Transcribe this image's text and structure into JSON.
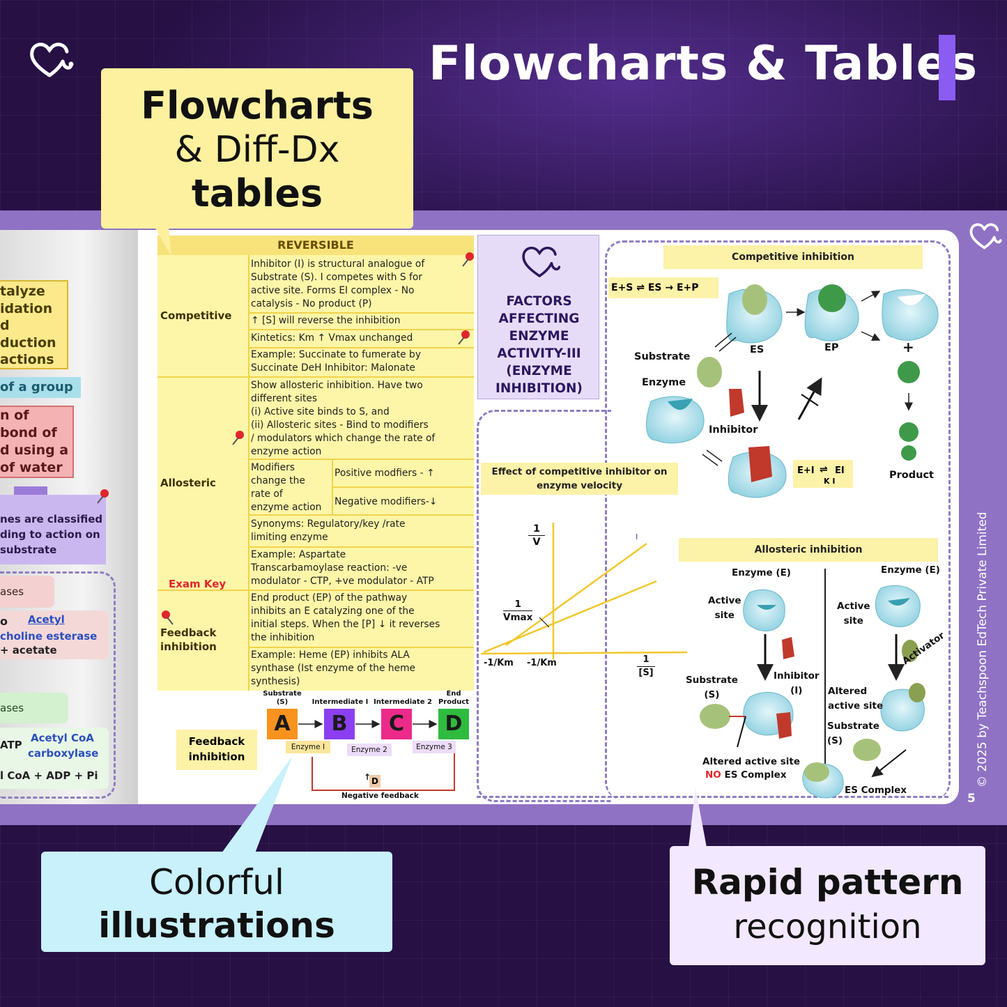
{
  "header": {
    "title": "Flowcharts & Tables"
  },
  "callouts": {
    "top": {
      "line1": "Flowcharts",
      "line2": "& Diff-Dx",
      "line3": "tables"
    },
    "bottom_left": {
      "line1": "Colorful",
      "line2": "illustrations"
    },
    "bottom_right": {
      "line1": "Rapid pattern",
      "line2": "recognition"
    }
  },
  "left_page": {
    "box1": [
      "talyze",
      "idation",
      "d",
      "duction",
      "actions"
    ],
    "box2": "of a group",
    "box3": [
      "n of",
      "bond of",
      "d using a",
      "of water"
    ],
    "box4": [
      "nes are classified",
      "ding to action on",
      "substrate"
    ],
    "ases1": "ases",
    "acetyl1": {
      "left": "o",
      "top": "Acetyl",
      "bottom": "choline esterase",
      "result": "+ acetate"
    },
    "ases2": "ases",
    "acetyl2": {
      "left": "ATP",
      "top": "Acetyl CoA",
      "bottom": "carboxylase",
      "result": "l CoA + ADP + Pi"
    }
  },
  "table": {
    "header": "REVERSIBLE",
    "exam_key": "Exam Key",
    "rows": {
      "competitive": {
        "label": "Competitive",
        "c1": [
          "Inhibitor (I) is structural analogue of",
          "Substrate (S). I competes with S for",
          "active site. Forms EI complex - No",
          "catalysis - No product (P)"
        ],
        "c2": "↑ [S] will reverse the inhibition",
        "c3": "Kintetics: Km ↑ Vmax unchanged",
        "c4": [
          "Example:  Succinate to fumerate by",
          "Succinate DeH  Inhibitor: Malonate"
        ]
      },
      "allosteric": {
        "label": "Allosteric",
        "c1": [
          "Show allosteric inhibition. Have two",
          "different sites",
          "(i) Active site binds to S, and",
          "(ii) Allosteric sites - Bind to  modifiers",
          "/ modulators which change the rate of",
          "enzyme action"
        ],
        "mod_label": [
          "Modifiers",
          "change the",
          "rate of",
          "enzyme action"
        ],
        "mod_pos": "Positive modfiers - ↑",
        "mod_neg": "Negative modifiers-↓",
        "c3": [
          "Synonyms: Regulatory/key /rate",
          "limiting enzyme"
        ],
        "c4": [
          "Example: Aspartate",
          "Transcarbamoylase reaction: -ve",
          "modulator - CTP, +ve modulator - ATP"
        ]
      },
      "feedback": {
        "label": [
          "Feedback",
          "inhibition"
        ],
        "c1": [
          "End product (EP) of the pathway",
          "inhibits an E catalyzing one of the",
          "initial steps. When the [P] ↓ it reverses",
          "the inhibition"
        ],
        "c2": [
          "Example: Heme (EP) inhibits ALA",
          "synthase (Ist enzyme of the heme",
          "synthesis)"
        ]
      }
    }
  },
  "feedback_diagram": {
    "label": [
      "Feedback",
      "inhibition"
    ],
    "nodes": [
      {
        "letter": "A",
        "top": [
          "Substrate",
          "(S)"
        ],
        "color": "#f7931e"
      },
      {
        "letter": "B",
        "top": [
          "Intermediate I"
        ],
        "color": "#8b3ff0"
      },
      {
        "letter": "C",
        "top": [
          "Intermediate 2"
        ],
        "color": "#ec2a8a"
      },
      {
        "letter": "D",
        "top": [
          "End",
          "Product"
        ],
        "color": "#2fbb3e"
      }
    ],
    "enzymes": [
      "Enzyme I",
      "Enzyme 2",
      "Enzyme 3"
    ],
    "feedback_node": "D",
    "negative": "Negative feedback"
  },
  "factors_box": {
    "lines": [
      "FACTORS",
      "AFFECTING",
      "ENZYME",
      "ACTIVITY-III",
      "(ENZYME",
      "INHIBITION)"
    ]
  },
  "competitive_panel": {
    "title": "Competitive inhibition",
    "equation": "E+S ⇌ ES → E+P",
    "labels": {
      "substrate": "Substrate",
      "enzyme": "Enzyme",
      "es": "ES",
      "ep": "EP",
      "inhibitor": "Inhibitor",
      "product": "Product",
      "plus": "+"
    },
    "ei_eq": {
      "left": "E+I",
      "right": "EI",
      "k": "K I"
    }
  },
  "graph_panel": {
    "title": [
      "Effect of competitive inhibitor on",
      "enzyme velocity"
    ],
    "y_label": {
      "num": "1",
      "den": "V"
    },
    "vmax_label": {
      "num": "1",
      "den": "Vmax"
    },
    "x_label": {
      "num": "1",
      "den": "[S]"
    },
    "km1": "-1/Km",
    "km2": "-1/Km",
    "i_mark": "I"
  },
  "allosteric_panel": {
    "title": "Allosteric inhibition",
    "left": {
      "enzyme": "Enzyme (E)",
      "active": [
        "Active",
        "site"
      ],
      "substrate": [
        "Substrate",
        "(S)"
      ],
      "inhibitor": [
        "Inhibitor",
        "(I)"
      ],
      "altered": "Altered active site",
      "no": "NO",
      "no_rest": " ES Complex"
    },
    "right": {
      "enzyme": "Enzyme (E)",
      "active": [
        "Active",
        "site"
      ],
      "activator": "Activator",
      "altered": [
        "Altered",
        "active site"
      ],
      "substrate": [
        "Substrate",
        "(S)"
      ],
      "es": "ES Complex"
    }
  },
  "footer": {
    "copyright": "©  2025 by Teachspoon EdTech Private Limited",
    "page": "5"
  }
}
